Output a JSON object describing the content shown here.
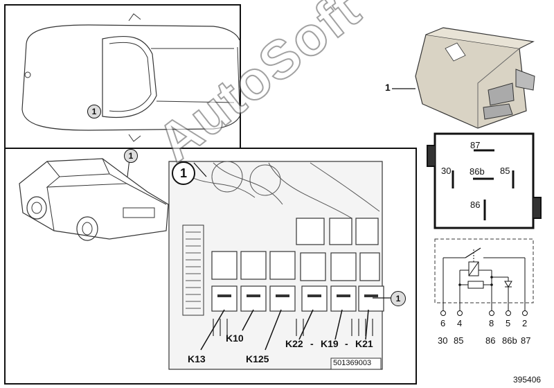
{
  "top_view": {
    "callout": "1"
  },
  "car_view": {
    "callout": "1"
  },
  "fusebox": {
    "callout_main": "1",
    "callout_relay": "1",
    "labels": {
      "k13": "K13",
      "k10": "K10",
      "k125": "K125",
      "k22": "K22",
      "dash1": "-",
      "k19": "K19",
      "dash2": "-",
      "k21": "K21"
    },
    "drawing_number": "501369003"
  },
  "relay": {
    "item_number": "1",
    "terminals": {
      "t87": "87",
      "t30": "30",
      "t86b": "86b",
      "t85": "85",
      "t86": "86"
    }
  },
  "circuit": {
    "pins": [
      "6",
      "4",
      "8",
      "5",
      "2"
    ],
    "terminals": [
      "30",
      "85",
      "86",
      "86b",
      "87"
    ]
  },
  "watermark": "AutoSoft",
  "image_number": "395406"
}
